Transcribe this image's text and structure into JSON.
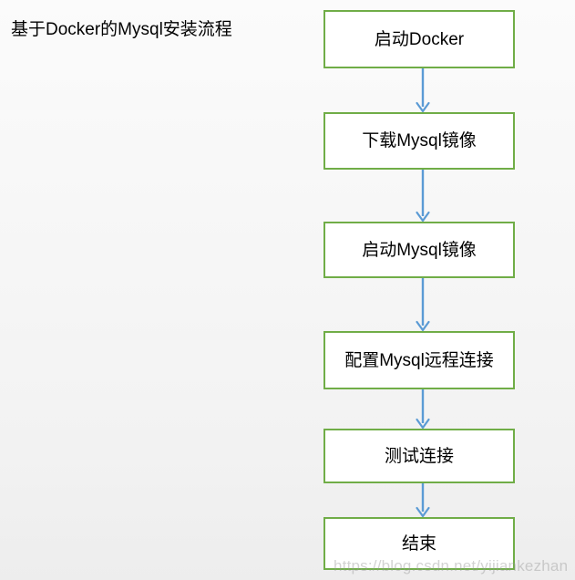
{
  "diagram": {
    "title": "基于Docker的Mysql安装流程",
    "background_color": "#f7f7f7",
    "node_border_color": "#70ad47",
    "node_fill_color": "#ffffff",
    "connector_color": "#5b9bd5",
    "text_color": "#000000",
    "type": "flowchart",
    "orientation": "vertical",
    "nodes": [
      {
        "id": "start-docker",
        "label": "启动Docker"
      },
      {
        "id": "download-mysql-image",
        "label": "下载Mysql镜像"
      },
      {
        "id": "start-mysql-image",
        "label": "启动Mysql镜像"
      },
      {
        "id": "configure-remote",
        "label": "配置Mysql远程连接"
      },
      {
        "id": "test-connection",
        "label": "测试连接"
      },
      {
        "id": "end",
        "label": "结束"
      }
    ],
    "connectors": [
      {
        "from": "start-docker",
        "to": "download-mysql-image"
      },
      {
        "from": "download-mysql-image",
        "to": "start-mysql-image"
      },
      {
        "from": "start-mysql-image",
        "to": "configure-remote"
      },
      {
        "from": "configure-remote",
        "to": "test-connection"
      },
      {
        "from": "test-connection",
        "to": "end"
      }
    ]
  },
  "watermark": {
    "text": "https://blog.csdn.net/yijiankezhan"
  }
}
